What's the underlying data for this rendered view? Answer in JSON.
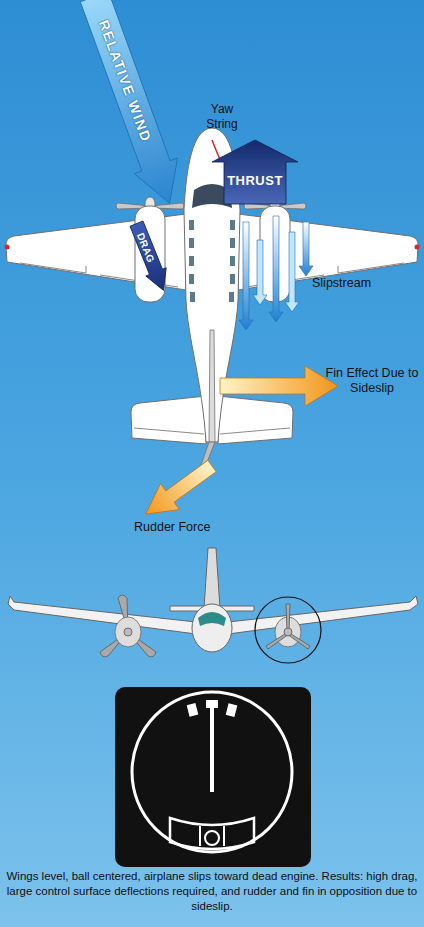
{
  "diagram": {
    "caption": "Wings level, ball centered, airplane slips toward dead engine. Results: high drag, large control surface deflections required, and rudder and fin in opposition due to sideslip.",
    "nodes": [
      {
        "text": [
          "RELATIVE WIND"
        ]
      },
      {
        "text": [
          "THRUST"
        ]
      },
      {
        "text": [
          "DRAG"
        ]
      }
    ],
    "labels": [
      "Yaw String",
      "Slipstream",
      "Fin Effect Due to Sideslip",
      "Rudder Force"
    ]
  }
}
